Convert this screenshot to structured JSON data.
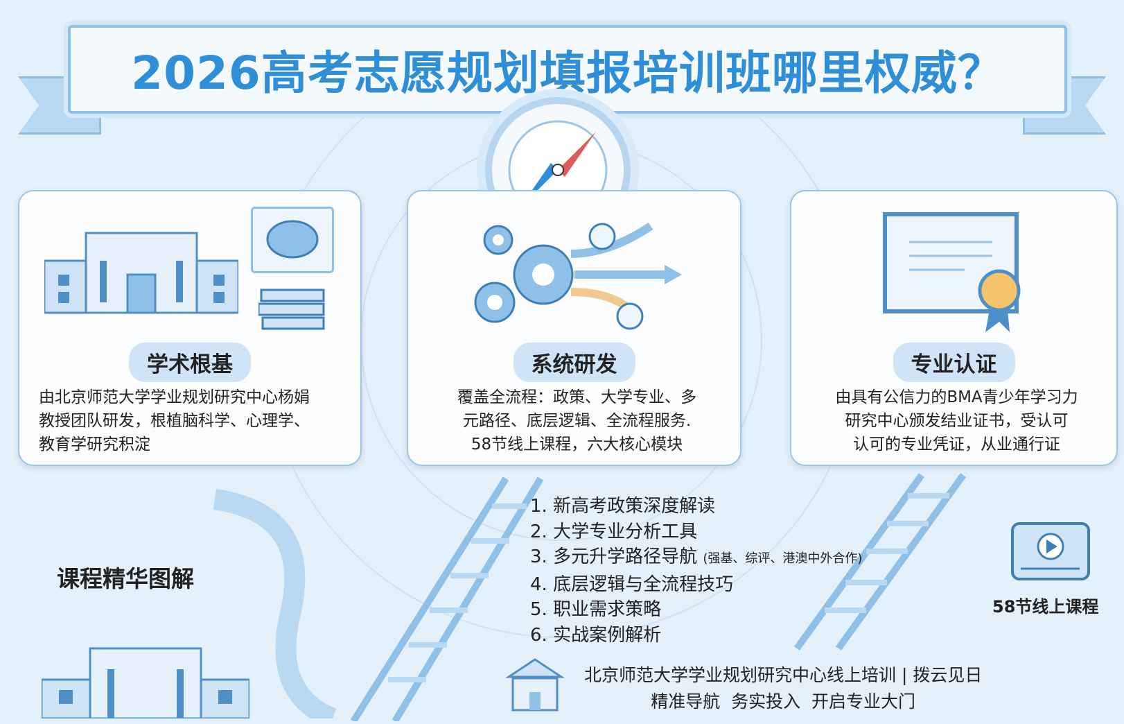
{
  "title": "2026高考志愿规划填报培训班哪里权威？",
  "accent_color": "#2e8fd8",
  "cards": [
    {
      "label": "学术根基",
      "icon": "university-building-brain-books-icon",
      "lines": [
        "由北京师范大学学业规划研究中心杨娟",
        "教授团队研发，根植脑科学、心理学、",
        "教育学研究积淀"
      ]
    },
    {
      "label": "系统研发",
      "icon": "gears-arrows-icon",
      "lines": [
        "覆盖全流程：政策、大学专业、多",
        "元路径、底层逻辑、全流程服务.",
        "58节线上课程，六大核心模块"
      ]
    },
    {
      "label": "专业认证",
      "icon": "certificate-medal-icon",
      "lines": [
        "由具有公信力的BMA青少年学习力",
        "研究中心颁发结业证书，受认可",
        "认可的专业凭证，从业通行证"
      ]
    }
  ],
  "course_heading": "课程精华图解",
  "modules": [
    {
      "text": "1. 新高考政策深度解读",
      "note": ""
    },
    {
      "text": "2. 大学专业分析工具",
      "note": ""
    },
    {
      "text": "3. 多元升学路径导航",
      "note": "(强基、综评、港澳中外合作)"
    },
    {
      "text": "4. 底层逻辑与全流程技巧",
      "note": ""
    },
    {
      "text": "5. 职业需求策略",
      "note": ""
    },
    {
      "text": "6. 实战案例解析",
      "note": ""
    }
  ],
  "online_lessons": "58节线上课程",
  "footer": {
    "line1": "北京师范大学学业规划研究中心线上培训 | 拨云见日",
    "line2": "精准导航  务实投入  开启专业大门"
  }
}
